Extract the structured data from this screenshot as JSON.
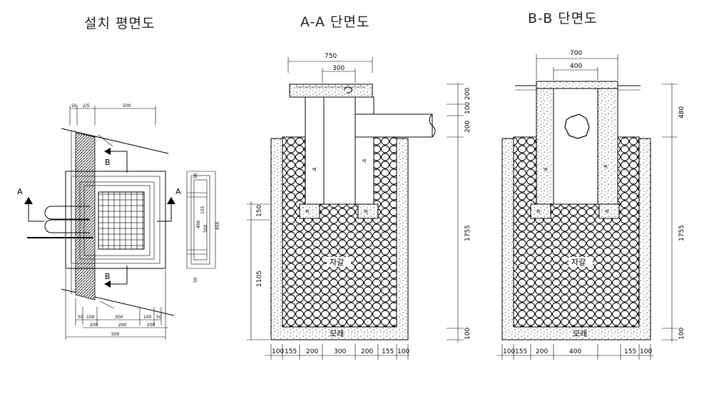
{
  "titles": {
    "plan": "설치 평면도",
    "section_aa": "A-A 단면도",
    "section_bb": "B-B 단면도"
  },
  "plan": {
    "marker_a": "A",
    "marker_b": "B",
    "dims_top": [
      "50",
      "2/5",
      "500"
    ],
    "dims_bottom_row1": [
      "50",
      "100",
      "300",
      "100",
      "50"
    ],
    "dims_bottom_row2": [
      "200",
      "200",
      "200"
    ],
    "dim_total": "500",
    "dims_right": [
      "50",
      "155",
      "490",
      "500",
      "950",
      "50"
    ]
  },
  "section_aa": {
    "top_total": "750",
    "top_inner": "300",
    "right_dims": [
      "200",
      "100",
      "200"
    ],
    "right_total": "1755",
    "right_bottom": "100",
    "left_upper": "150",
    "left_lower": "1105",
    "bottom_dims": [
      "100",
      "155",
      "200",
      "300",
      "200",
      "155",
      "100"
    ],
    "label_gravel": "자갈",
    "label_sand": "모래",
    "label_wall": "벽",
    "label_block": "벽"
  },
  "section_bb": {
    "top_total": "700",
    "top_inner": "400",
    "right_top": "480",
    "right_total": "1755",
    "right_bottom": "100",
    "bottom_dims": [
      "100",
      "155",
      "200",
      "400",
      "155",
      "100"
    ],
    "label_gravel": "자갈",
    "label_sand": "모래",
    "label_wall": "벽",
    "label_block": "벽"
  }
}
